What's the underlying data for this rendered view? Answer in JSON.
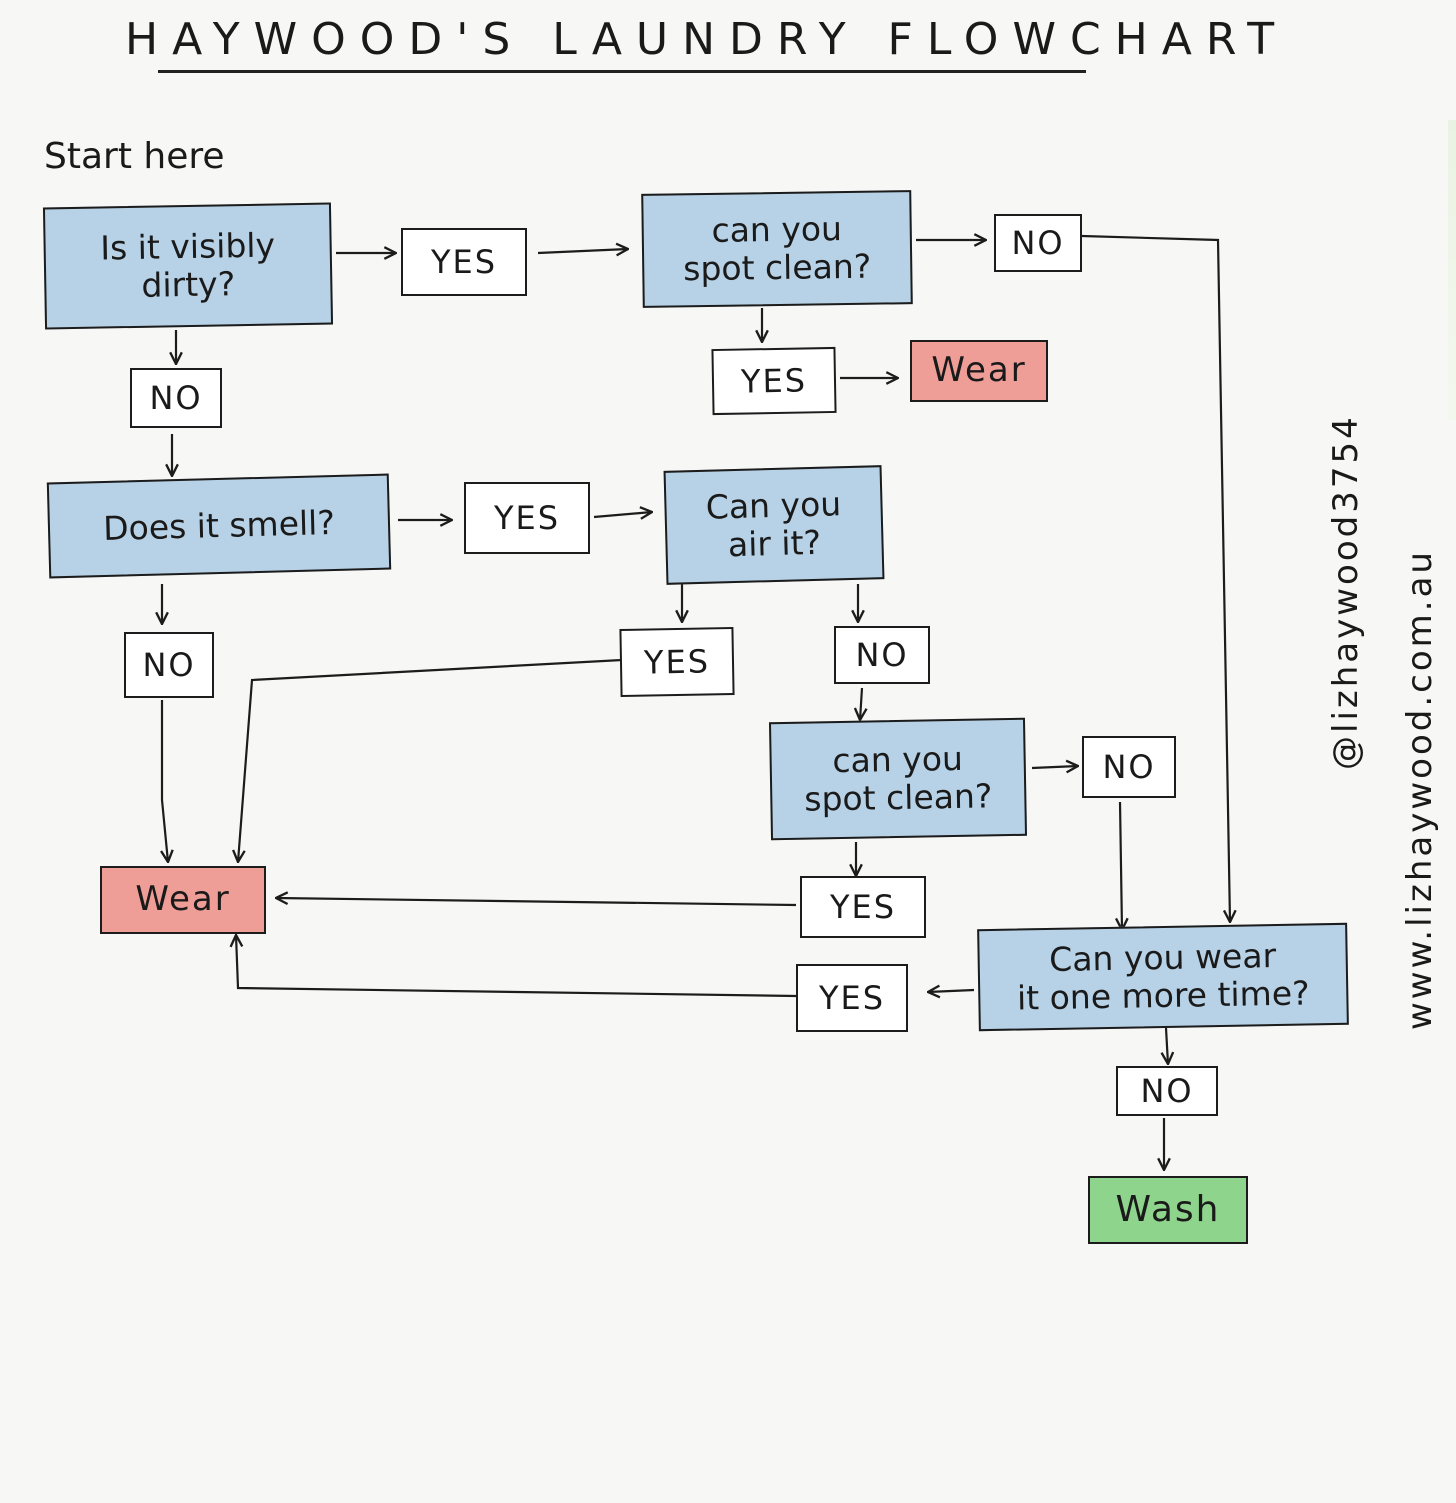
{
  "title": "HAYWOOD'S LAUNDRY FLOWCHART",
  "start_label": "Start here",
  "nodes": {
    "q_dirty": "Is it visibly\ndirty?",
    "q_spot1": "can you\nspot clean?",
    "q_smell": "Does it smell?",
    "q_air": "Can you\nair it?",
    "q_spot2": "can you\nspot clean?",
    "q_wear_again": "Can you wear\nit one more time?",
    "yes": "YES",
    "no": "NO",
    "wear": "Wear",
    "wash": "Wash"
  },
  "colors": {
    "question": "#b7d2e6",
    "wear": "#ef9e97",
    "wash": "#8ed48c",
    "line": "#1c1c1c"
  },
  "credits": {
    "handle": "@lizhaywood3754",
    "website": "www.lizhaywood.com.au"
  }
}
